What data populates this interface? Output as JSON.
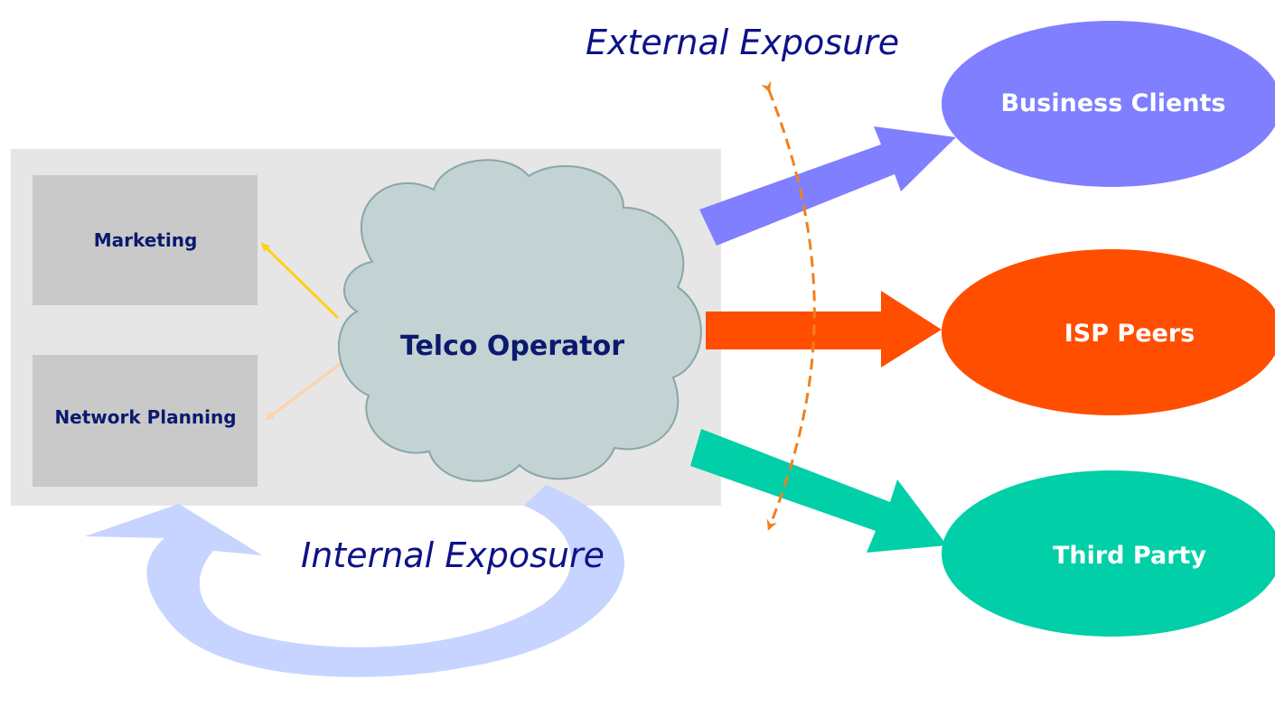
{
  "labels": {
    "external_exposure": "External Exposure",
    "internal_exposure": "Internal Exposure",
    "marketing": "Marketing",
    "network_planning": "Network Planning",
    "telco_operator": "Telco Operator",
    "business_clients": "Business Clients",
    "isp_peers": "ISP Peers",
    "third_party": "Third Party"
  },
  "colors": {
    "enterprise_panel": "#e6e6e6",
    "department_box": "#c9c9c9",
    "cloud_fill": "#c3d2d2",
    "cloud_stroke": "#8aa6a6",
    "department_text": "#0b1a6e",
    "exposure_text": "#0d1288",
    "business_clients": "#7f7fff",
    "isp_peers": "#ff4e00",
    "third_party": "#00cfa8",
    "internal_loop": "#c6d4ff",
    "marketing_arrow": "#ffd11c",
    "planning_arrow": "#ffd3ab",
    "boundary_arrow": "#f08020"
  }
}
